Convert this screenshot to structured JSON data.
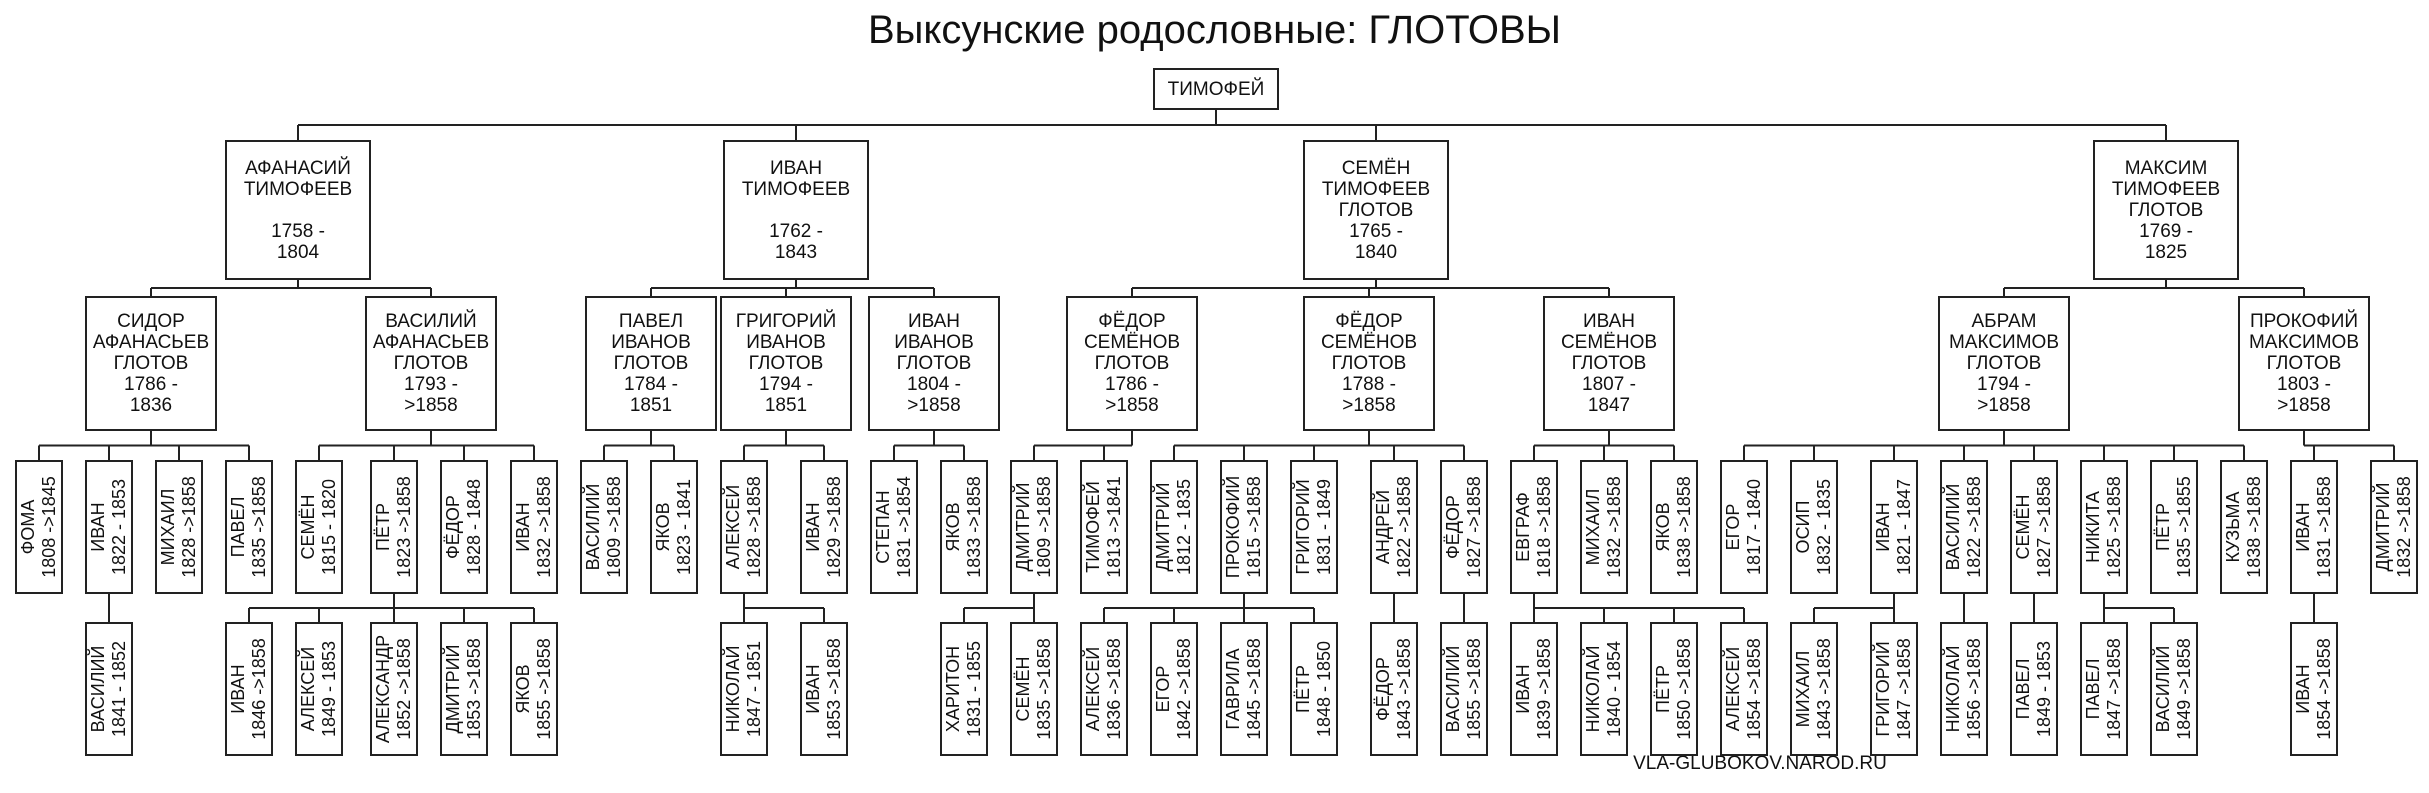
{
  "title": "Выксунские родословные: ГЛОТОВЫ",
  "credit": "VLA-GLUBOKOV.NAROD.RU",
  "root": "ТИМОФЕЙ",
  "gen1": [
    "АФАНАСИЙ\nТИМОФЕЕВ\n\n1758 -\n1804",
    "ИВАН\nТИМОФЕЕВ\n\n1762 -\n1843",
    "СЕМЁН\nТИМОФЕЕВ\nГЛОТОВ\n1765 -\n1840",
    "МАКСИМ\nТИМОФЕЕВ\nГЛОТОВ\n1769 -\n1825"
  ],
  "gen2": [
    "СИДОР\nАФАНАСЬЕВ\nГЛОТОВ\n1786 -\n1836",
    "ВАСИЛИЙ\nАФАНАСЬЕВ\nГЛОТОВ\n1793 -\n>1858",
    "ПАВЕЛ\nИВАНОВ\nГЛОТОВ\n1784 -\n1851",
    "ГРИГОРИЙ\nИВАНОВ\nГЛОТОВ\n1794 -\n1851",
    "ИВАН\nИВАНОВ\nГЛОТОВ\n1804 -\n>1858",
    "ФЁДОР\nСЕМЁНОВ\nГЛОТОВ\n1786 -\n>1858",
    "ФЁДОР\nСЕМЁНОВ\nГЛОТОВ\n1788 -\n>1858",
    "ИВАН\nСЕМЁНОВ\nГЛОТОВ\n1807 -\n1847",
    "АБРАМ\nМАКСИМОВ\nГЛОТОВ\n1794 -\n>1858",
    "ПРОКОФИЙ\nМАКСИМОВ\nГЛОТОВ\n1803 -\n>1858"
  ],
  "gen3": [
    "ФОМА\n1808 ->1845",
    "ИВАН\n1822 - 1853",
    "МИХАИЛ\n1828 ->1858",
    "ПАВЕЛ\n1835 ->1858",
    "СЕМЁН\n1815 - 1820",
    "ПЁТР\n1823 ->1858",
    "ФЁДОР\n1828 - 1848",
    "ИВАН\n1832 ->1858",
    "ВАСИЛИЙ\n1809 ->1858",
    "ЯКОВ\n1823 - 1841",
    "АЛЕКСЕЙ\n1828 ->1858",
    "ИВАН\n1829 ->1858",
    "СТЕПАН\n1831 ->1854",
    "ЯКОВ\n1833 ->1858",
    "ДМИТРИЙ\n1809 ->1858",
    "ТИМОФЕЙ\n1813 ->1841",
    "ДМИТРИЙ\n1812 - 1835",
    "ПРОКОФИЙ\n1815 ->1858",
    "ГРИГОРИЙ\n1831 - 1849",
    "АНДРЕЙ\n1822 ->1858",
    "ФЁДОР\n1827 ->1858",
    "ЕВГРАФ\n1818 ->1858",
    "МИХАИЛ\n1832 ->1858",
    "ЯКОВ\n1838 ->1858",
    "ЕГОР\n1817 - 1840",
    "ОСИП\n1832 - 1835",
    "ИВАН\n1821 - 1847",
    "ВАСИЛИЙ\n1822 ->1858",
    "СЕМЁН\n1827 ->1858",
    "НИКИТА\n1825 ->1858",
    "ПЁТР\n1835 ->1855",
    "КУЗЬМА\n1838 ->1858",
    "ИВАН\n1831 ->1858",
    "ДМИТРИЙ\n1832 ->1858"
  ],
  "gen4": [
    "ВАСИЛИЙ\n1841 - 1852",
    "ИВАН\n1846 ->1858",
    "АЛЕКСЕЙ\n1849 - 1853",
    "АЛЕКСАНДР\n1852 ->1858",
    "ДМИТРИЙ\n1853 ->1858",
    "ЯКОВ\n1855 ->1858",
    "НИКОЛАЙ\n1847 - 1851",
    "ИВАН\n1853 ->1858",
    "ХАРИТОН\n1831 - 1855",
    "СЕМЁН\n1835 ->1858",
    "АЛЕКСЕЙ\n1836 ->1858",
    "ЕГОР\n1842 ->1858",
    "ГАВРИЛА\n1845 ->1858",
    "ПЁТР\n1848 - 1850",
    "ФЁДОР\n1843 ->1858",
    "ВАСИЛИЙ\n1855 ->1858",
    "ИВАН\n1839 ->1858",
    "НИКОЛАЙ\n1840 - 1854",
    "ПЁТР\n1850 ->1858",
    "АЛЕКСЕЙ\n1854 ->1858",
    "МИХАИЛ\n1843 ->1858",
    "ГРИГОРИЙ\n1847 ->1858",
    "НИКОЛАЙ\n1856 ->1858",
    "ПАВЕЛ\n1849 - 1853",
    "ПАВЕЛ\n1847 ->1858",
    "ВАСИЛИЙ\n1849 ->1858",
    "ИВАН\n1854 ->1858"
  ]
}
